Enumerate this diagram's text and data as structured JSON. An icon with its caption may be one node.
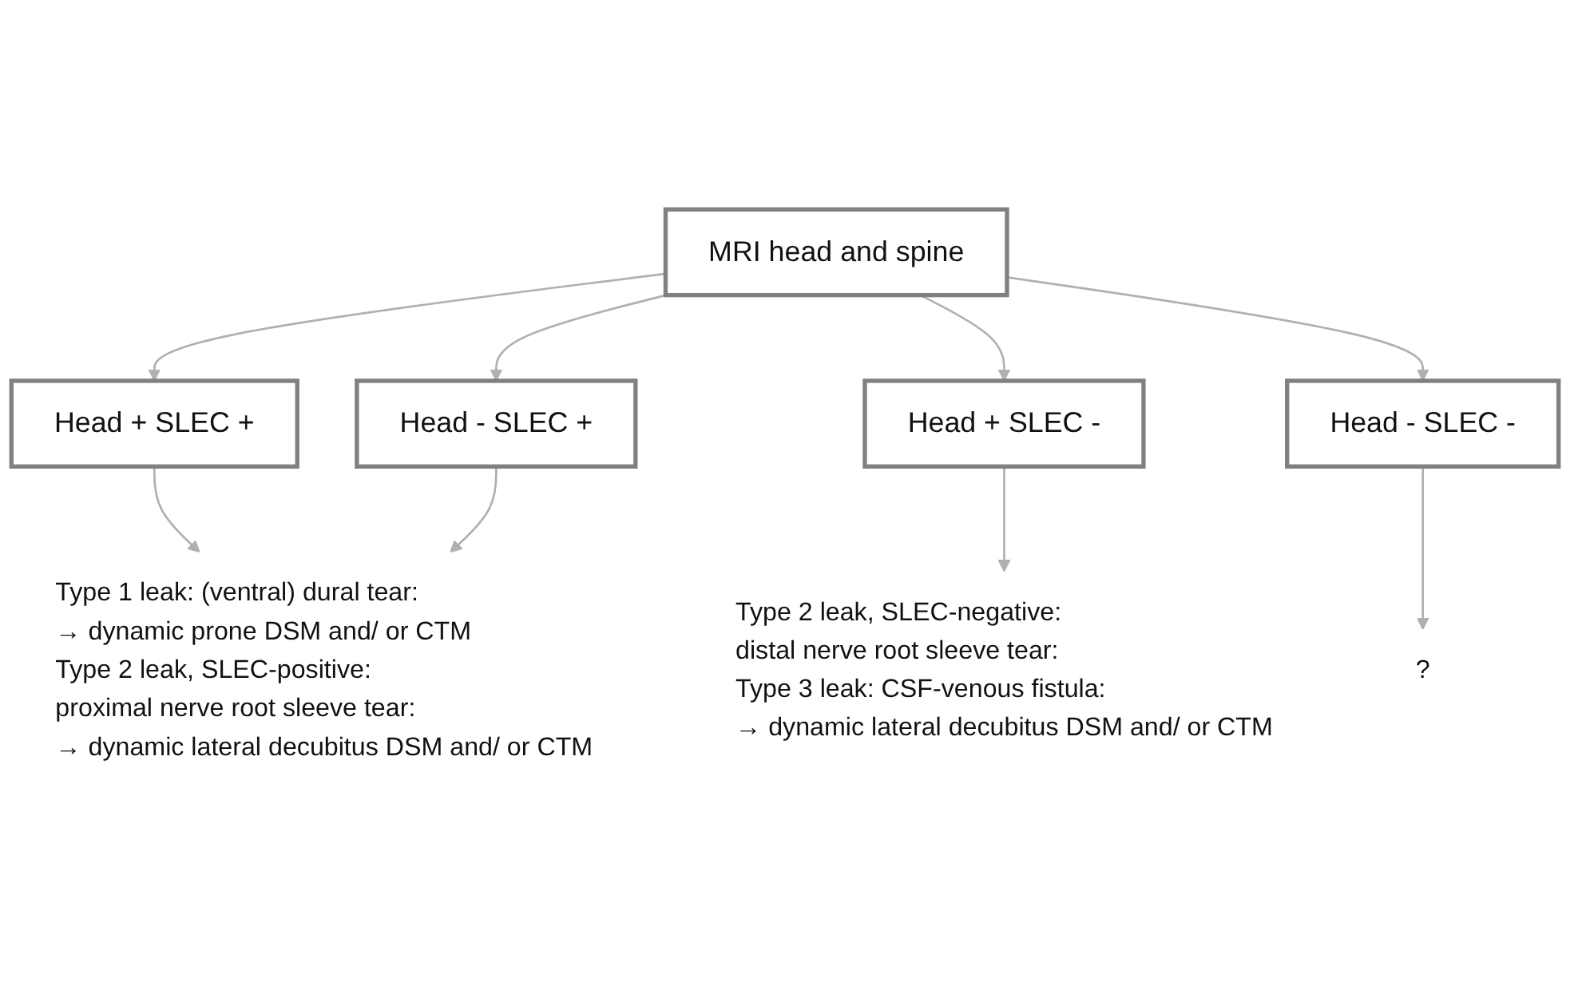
{
  "diagram": {
    "nodes": [
      {
        "text": [
          "MRI head and spine"
        ]
      },
      {
        "text": [
          "Head + SLEC +"
        ]
      },
      {
        "text": [
          "Head - SLEC +"
        ]
      },
      {
        "text": [
          "Head + SLEC -"
        ]
      },
      {
        "text": [
          "Head - SLEC -"
        ]
      },
      {
        "text": [
          "Type 1 leak: (ventral) dural tear:",
          "→ dynamic prone DSM and/ or CTM",
          "Type 2 leak, SLEC-positive:",
          "proximal nerve root sleeve tear:",
          "→ dynamic lateral decubitus DSM and/ or CTM"
        ]
      },
      {
        "text": [
          "Type 2 leak, SLEC-negative:",
          "distal nerve root sleeve tear:",
          "Type 3 leak: CSF-venous fistula:",
          "→ dynamic lateral decubitus DSM and/ or CTM"
        ]
      },
      {
        "text": [
          "?"
        ]
      }
    ],
    "edges": [
      {
        "from": 0,
        "to": 1,
        "arrow": "to"
      },
      {
        "from": 0,
        "to": 2,
        "arrow": "to"
      },
      {
        "from": 0,
        "to": 3,
        "arrow": "to"
      },
      {
        "from": 0,
        "to": 4,
        "arrow": "to"
      },
      {
        "from": 1,
        "to": 5,
        "arrow": "to"
      },
      {
        "from": 2,
        "to": 5,
        "arrow": "to"
      },
      {
        "from": 3,
        "to": 6,
        "arrow": "to"
      },
      {
        "from": 4,
        "to": 7,
        "arrow": "to"
      }
    ]
  }
}
